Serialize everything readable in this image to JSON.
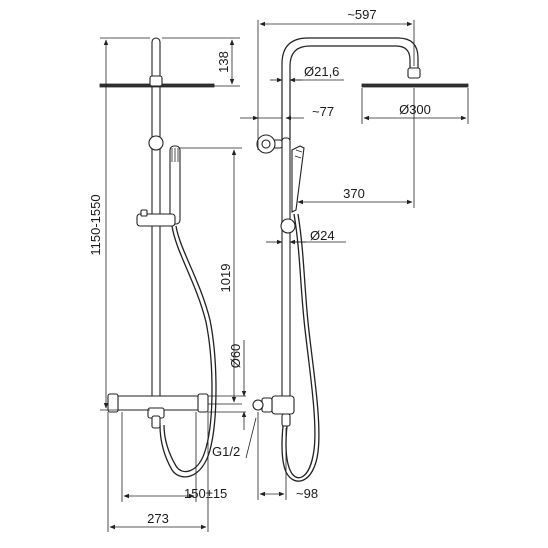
{
  "drawing": {
    "colors": {
      "line": "#222222",
      "background": "#ffffff"
    },
    "dimensions": {
      "total_height": "1150-1550",
      "overhead_head_offset": "138",
      "mixer_height": "1019",
      "inlet_diameter": "Ø60",
      "thread": "G1/2",
      "inlet_spacing": "150±15",
      "mixer_width": "273",
      "arm_reach": "~597",
      "arm_pipe_diameter": "Ø21,6",
      "wall_distance": "~77",
      "head_diameter": "Ø300",
      "hand_shower_offset": "370",
      "riser_diameter": "Ø24",
      "base_depth": "~98"
    }
  }
}
